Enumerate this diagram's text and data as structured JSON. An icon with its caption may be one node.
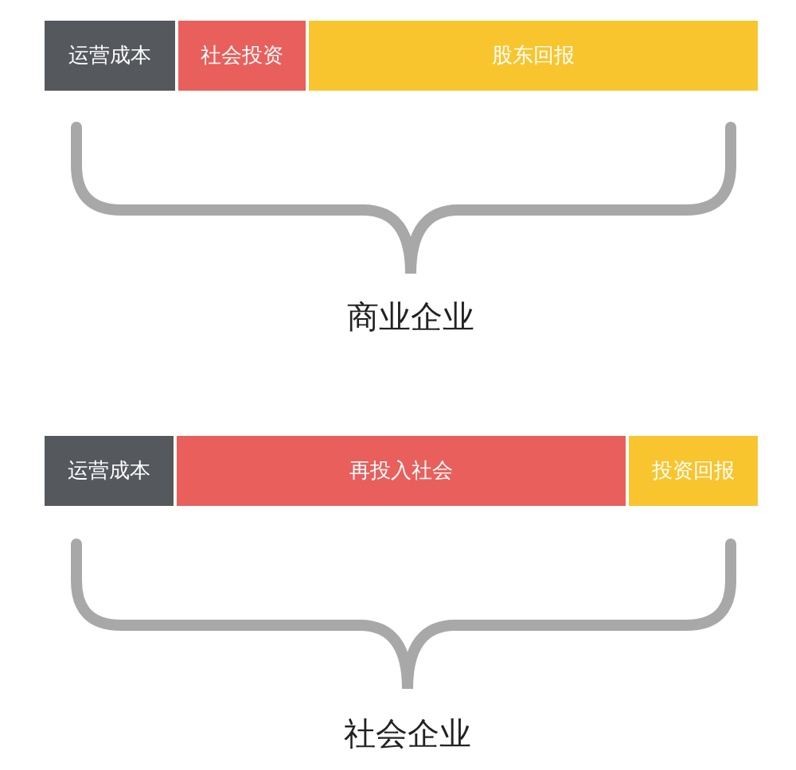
{
  "diagram": {
    "nodes": [
      {
        "text": [
          "运营成本"
        ]
      },
      {
        "text": [
          "社会投资"
        ]
      },
      {
        "text": [
          "股东回报"
        ]
      },
      {
        "text": [
          "运营成本"
        ]
      },
      {
        "text": [
          "再投入社会"
        ]
      },
      {
        "text": [
          "投资回报"
        ]
      }
    ],
    "labels": [
      "商业企业",
      "社会企业"
    ]
  }
}
